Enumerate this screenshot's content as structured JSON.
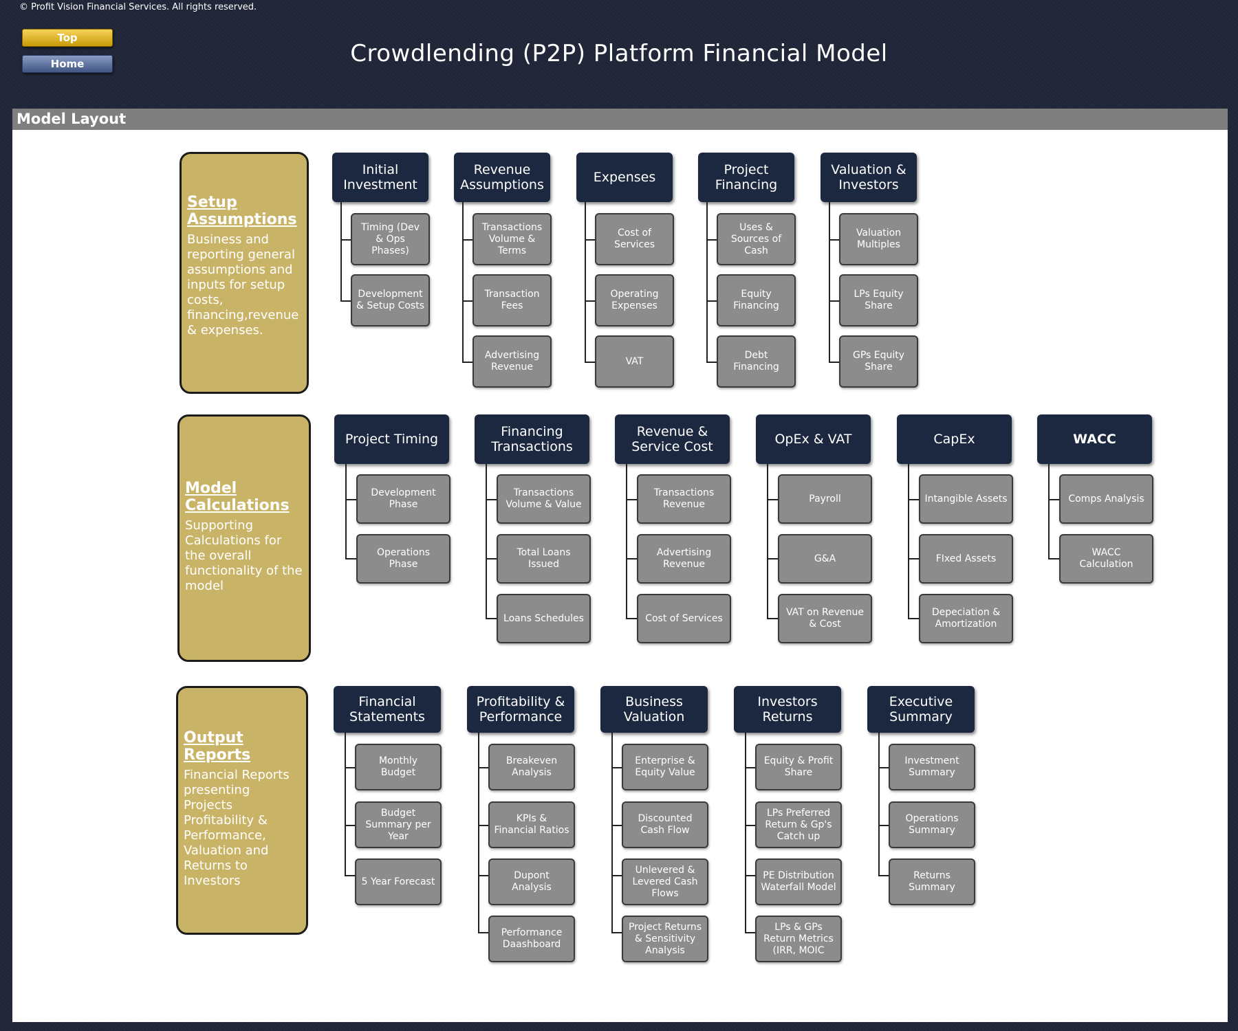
{
  "copyright": "© Profit Vision Financial Services. All rights reserved.",
  "nav": {
    "top_label": "Top",
    "home_label": "Home"
  },
  "title": "Crowdlending (P2P) Platform Financial Model",
  "layout_header": "Model Layout",
  "colors": {
    "gold": "#c8b366",
    "navy": "#1c2840",
    "gray": "#8c8c8c",
    "header_gray": "#7f7f7f"
  },
  "sections": [
    {
      "title": "Setup Assumptions",
      "description": "Business and reporting general assumptions and inputs for setup costs, financing,revenue & expenses.",
      "groups": [
        {
          "title": "Initial Investment",
          "items": [
            "Timing (Dev & Ops Phases)",
            "Development & Setup Costs"
          ]
        },
        {
          "title": "Revenue Assumptions",
          "items": [
            "Transactions Volume & Terms",
            "Transaction Fees",
            "Advertising Revenue"
          ]
        },
        {
          "title": "Expenses",
          "items": [
            "Cost of Services",
            "Operating Expenses",
            "VAT"
          ]
        },
        {
          "title": "Project Financing",
          "items": [
            "Uses & Sources of Cash",
            "Equity Financing",
            "Debt Financing"
          ]
        },
        {
          "title": "Valuation & Investors",
          "items": [
            "Valuation Multiples",
            "LPs Equity Share",
            "GPs Equity Share"
          ]
        }
      ]
    },
    {
      "title": "Model Calculations",
      "description": "Supporting Calculations for the overall functionality of the model",
      "groups": [
        {
          "title": "Project Timing",
          "items": [
            "Development Phase",
            "Operations Phase"
          ]
        },
        {
          "title": "Financing Transactions",
          "items": [
            "Transactions Volume & Value",
            "Total Loans Issued",
            "Loans Schedules"
          ]
        },
        {
          "title": "Revenue & Service Cost",
          "items": [
            "Transactions Revenue",
            "Advertising Revenue",
            "Cost of Services"
          ]
        },
        {
          "title": "OpEx & VAT",
          "items": [
            "Payroll",
            "G&A",
            "VAT on Revenue & Cost"
          ]
        },
        {
          "title": "CapEx",
          "items": [
            "Intangible Assets",
            "FIxed Assets",
            "Depeciation & Amortization"
          ]
        },
        {
          "title": "WACC",
          "items": [
            "Comps Analysis",
            "WACC Calculation"
          ]
        }
      ]
    },
    {
      "title": "Output Reports",
      "description": "Financial Reports presenting Projects Profitability & Performance, Valuation and Returns to Investors",
      "groups": [
        {
          "title": "Financial Statements",
          "items": [
            "Monthly Budget",
            "Budget Summary per Year",
            "5 Year Forecast"
          ]
        },
        {
          "title": "Profitability & Performance",
          "items": [
            "Breakeven Analysis",
            "KPIs & Financial Ratios",
            "Dupont Analysis",
            "Performance Daashboard"
          ]
        },
        {
          "title": "Business Valuation",
          "items": [
            "Enterprise & Equity Value",
            "Discounted Cash Flow",
            "Unlevered & Levered Cash Flows",
            "Project Returns & Sensitivity Analysis"
          ]
        },
        {
          "title": "Investors Returns",
          "items": [
            "Equity & Profit Share",
            "LPs Preferred Return & Gp's Catch up",
            "PE Distribution Waterfall Model",
            "LPs & GPs Return Metrics (IRR, MOIC"
          ]
        },
        {
          "title": "Executive Summary",
          "items": [
            "Investment Summary",
            "Operations Summary",
            "Returns Summary"
          ]
        }
      ]
    }
  ]
}
